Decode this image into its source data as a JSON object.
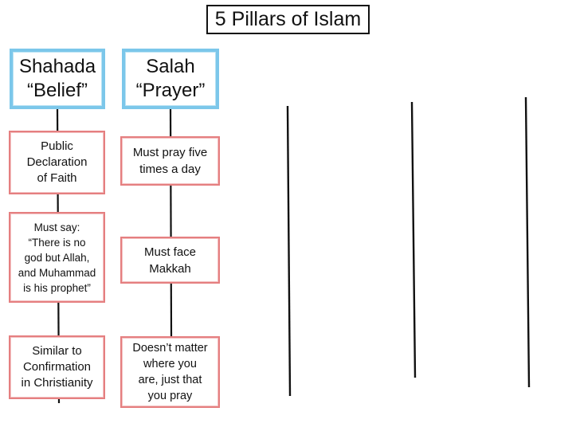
{
  "title": "5 Pillars of Islam",
  "pillars": [
    {
      "name": "Shahada\n“Belief”",
      "details": [
        "Public\nDeclaration\nof Faith",
        "Must say:\n“There is no\ngod but Allah,\nand Muhammad\nis his prophet”",
        "Similar to\nConfirmation\nin Christianity"
      ]
    },
    {
      "name": "Salah\n“Prayer”",
      "details": [
        "Must pray five\ntimes a day",
        "Must face\nMakkah",
        "Doesn’t matter\nwhere you\nare, just that\nyou pray"
      ]
    }
  ],
  "colors": {
    "pillar_border": "#7cc7ea",
    "note_border": "#e57f80",
    "line": "#111111"
  }
}
